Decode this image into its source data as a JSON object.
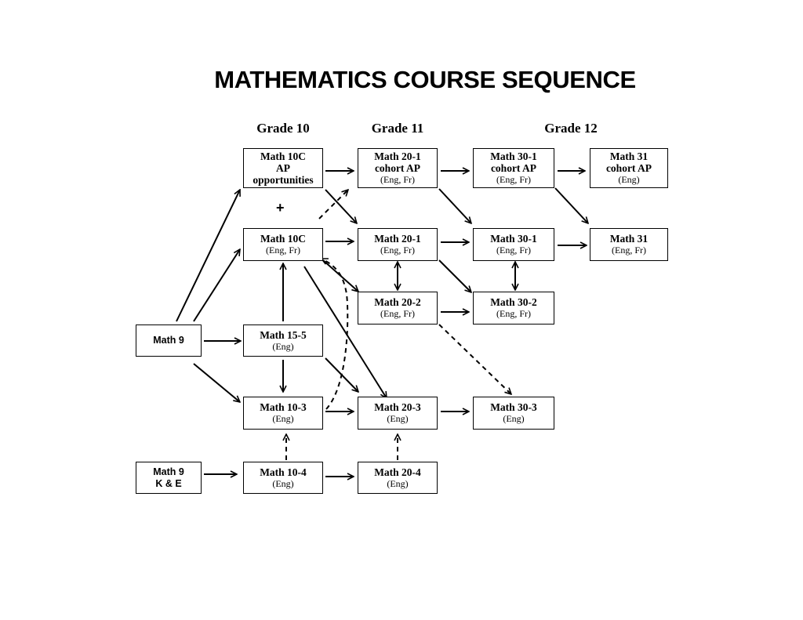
{
  "title": "MATHEMATICS COURSE SEQUENCE",
  "grades": [
    "Grade 10",
    "Grade 11",
    "Grade 12"
  ],
  "plus": "+",
  "courses": {
    "math9": {
      "l1": "Math 9"
    },
    "math9ke": {
      "l1": "Math 9",
      "l2": "K & E"
    },
    "m10c_ap": {
      "l1": "Math 10C",
      "l2": "AP",
      "l3": "opportunities"
    },
    "m10c": {
      "l1": "Math 10C",
      "sub": "(Eng, Fr)"
    },
    "m155": {
      "l1": "Math 15-5",
      "sub": "(Eng)"
    },
    "m103": {
      "l1": "Math 10-3",
      "sub": "(Eng)"
    },
    "m104": {
      "l1": "Math 10-4",
      "sub": "(Eng)"
    },
    "m201_ap": {
      "l1": "Math 20-1",
      "l2": "cohort AP",
      "sub": "(Eng, Fr)"
    },
    "m201": {
      "l1": "Math 20-1",
      "sub": "(Eng, Fr)"
    },
    "m202": {
      "l1": "Math 20-2",
      "sub": "(Eng, Fr)"
    },
    "m203": {
      "l1": "Math 20-3",
      "sub": "(Eng)"
    },
    "m204": {
      "l1": "Math 20-4",
      "sub": "(Eng)"
    },
    "m301_ap": {
      "l1": "Math 30-1",
      "l2": "cohort AP",
      "sub": "(Eng, Fr)"
    },
    "m301": {
      "l1": "Math 30-1",
      "sub": "(Eng, Fr)"
    },
    "m302": {
      "l1": "Math 30-2",
      "sub": "(Eng, Fr)"
    },
    "m303": {
      "l1": "Math 30-3",
      "sub": "(Eng)"
    },
    "m31_ap": {
      "l1": "Math 31",
      "l2": "cohort AP",
      "sub": "(Eng)"
    },
    "m31": {
      "l1": "Math 31",
      "sub": "(Eng, Fr)"
    }
  }
}
